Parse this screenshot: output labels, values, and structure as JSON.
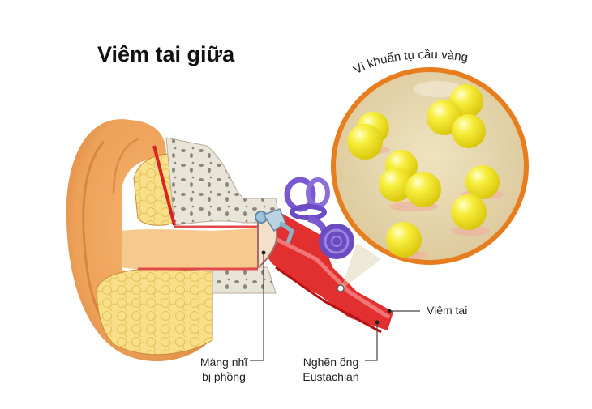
{
  "title": "Viêm tai giữa",
  "labels": {
    "bacteria": "Vi khuẩn tụ cầu vàng",
    "inflammation": "Viêm tai",
    "eardrum_line1": "Màng nhĩ",
    "eardrum_line2": "bị phồng",
    "blockage_line1": "Nghẽn ống",
    "blockage_line2": "Eustachian"
  },
  "colors": {
    "outer_ear": "#eda15a",
    "skin_light": "#f7c98f",
    "bone": "#e8e2d6",
    "fat": "#f8e08a",
    "inflamed": "#d92222",
    "nerve": "#8a6fd8",
    "magnifier_ring": "#e87d1e",
    "magnifier_fill": "#e8d9b0",
    "bacteria": "#f1e21a"
  },
  "icons": [
    "ear-anatomy-illustration",
    "magnifier-circle",
    "bacteria-cluster"
  ]
}
